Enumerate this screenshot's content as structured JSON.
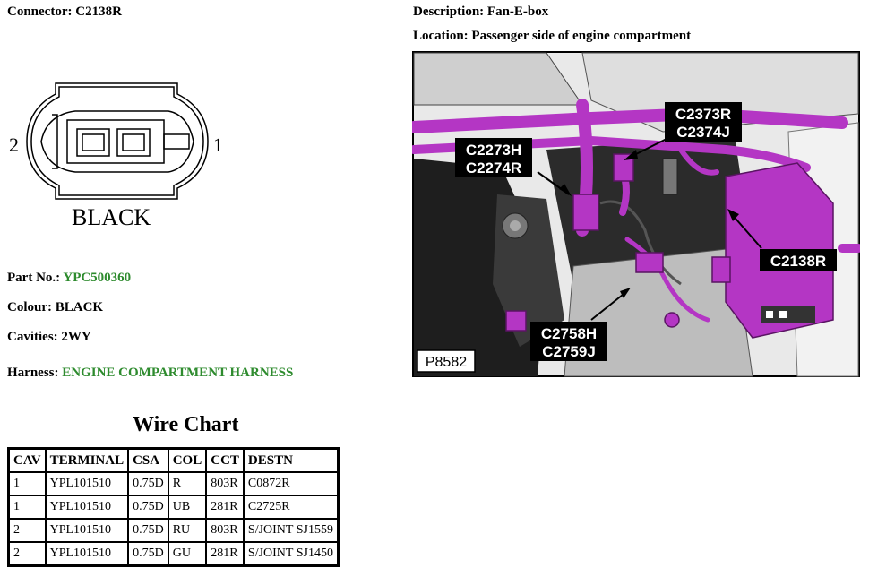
{
  "header": {
    "connector_label": "Connector:",
    "connector_value": "C2138R",
    "description_label": "Description:",
    "description_value": "Fan-E-box",
    "location_label": "Location:",
    "location_value": "Passenger side of engine compartment"
  },
  "diagram": {
    "pin_left": "2",
    "pin_right": "1",
    "colour_text": "BLACK"
  },
  "details": {
    "part_no_label": "Part No.:",
    "part_no_value": "YPC500360",
    "colour_label": "Colour:",
    "colour_value": "BLACK",
    "cavities_label": "Cavities:",
    "cavities_value": "2WY",
    "harness_label": "Harness:",
    "harness_value": "ENGINE COMPARTMENT HARNESS"
  },
  "wire_chart": {
    "title": "Wire Chart",
    "headers": [
      "CAV",
      "TERMINAL",
      "CSA",
      "COL",
      "CCT",
      "DESTN"
    ],
    "rows": [
      [
        "1",
        "YPL101510",
        "0.75D",
        "R",
        "803R",
        "C0872R"
      ],
      [
        "1",
        "YPL101510",
        "0.75D",
        "UB",
        "281R",
        "C2725R"
      ],
      [
        "2",
        "YPL101510",
        "0.75D",
        "RU",
        "803R",
        "S/JOINT SJ1559"
      ],
      [
        "2",
        "YPL101510",
        "0.75D",
        "GU",
        "281R",
        "S/JOINT SJ1450"
      ]
    ]
  },
  "photo": {
    "callouts": {
      "c2373r": "C2373R",
      "c2374j": "C2374J",
      "c2273h": "C2273H",
      "c2274r": "C2274R",
      "c2138r": "C2138R",
      "c2758h": "C2758H",
      "c2759j": "C2759J"
    },
    "figure_id": "P8582"
  },
  "colors": {
    "green": "#2e8b2e",
    "magenta": "#b436c4",
    "callout_bg": "#000000"
  }
}
